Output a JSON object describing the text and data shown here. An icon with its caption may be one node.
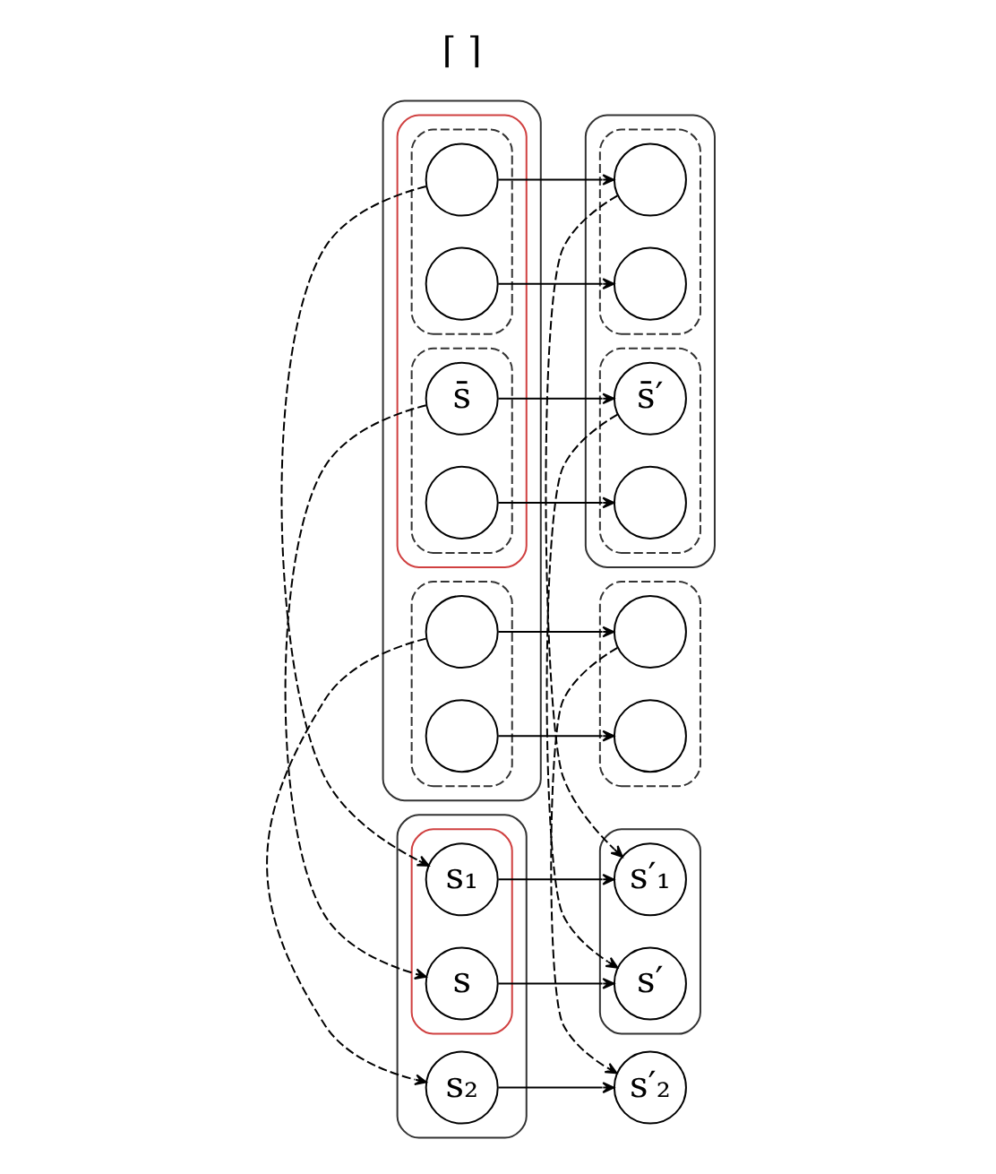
{
  "diagram": {
    "nodes": [
      {
        "text": [],
        "shape": "box"
      },
      {
        "text": [],
        "shape": "box",
        "in": 0
      },
      {
        "text": [
          "s₁"
        ],
        "in": 1
      },
      {
        "text": [
          "s"
        ],
        "in": 1
      },
      {
        "text": [
          "s₂"
        ],
        "in": 0
      },
      {
        "text": [],
        "shape": "box"
      },
      {
        "text": [
          "s′₁"
        ],
        "in": 5
      },
      {
        "text": [
          "s′"
        ],
        "in": 5
      },
      {
        "text": [
          "s′₂"
        ]
      },
      {
        "text": [],
        "shape": "box"
      },
      {
        "text": [],
        "shape": "box",
        "in": 9
      },
      {
        "text": [],
        "shape": "box",
        "in": 10
      },
      {
        "text": [],
        "shape": "circle",
        "in": 11
      },
      {
        "text": [],
        "shape": "circle",
        "in": 11
      },
      {
        "text": [],
        "shape": "box",
        "in": 10
      },
      {
        "text": [
          "s̄"
        ],
        "in": 14
      },
      {
        "text": [],
        "shape": "circle",
        "in": 14
      },
      {
        "text": [],
        "shape": "box",
        "in": 9
      },
      {
        "text": [],
        "shape": "circle",
        "in": 17
      },
      {
        "text": [],
        "shape": "circle",
        "in": 17
      },
      {
        "text": [],
        "shape": "box"
      },
      {
        "text": [],
        "shape": "box",
        "in": 20
      },
      {
        "text": [],
        "shape": "circle",
        "in": 21
      },
      {
        "text": [],
        "shape": "circle",
        "in": 21
      },
      {
        "text": [],
        "shape": "box",
        "in": 20
      },
      {
        "text": [
          "s̄′"
        ],
        "in": 24
      },
      {
        "text": [],
        "shape": "circle",
        "in": 24
      },
      {
        "text": [],
        "shape": "box"
      },
      {
        "text": [],
        "shape": "circle",
        "in": 27
      },
      {
        "text": [],
        "shape": "circle",
        "in": 27
      }
    ],
    "edges": [
      {
        "from": 2,
        "to": 6,
        "arrow": "to"
      },
      {
        "from": 3,
        "to": 7,
        "arrow": "to"
      },
      {
        "from": 4,
        "to": 8,
        "arrow": "to"
      },
      {
        "from": 12,
        "to": 22,
        "arrow": "to"
      },
      {
        "from": 13,
        "to": 23,
        "arrow": "to"
      },
      {
        "from": 15,
        "to": 25,
        "arrow": "to"
      },
      {
        "from": 16,
        "to": 26,
        "arrow": "to"
      },
      {
        "from": 18,
        "to": 28,
        "arrow": "to"
      },
      {
        "from": 19,
        "to": 29,
        "arrow": "to"
      },
      {
        "from": 18,
        "to": 4,
        "arrow": "to",
        "style": "dashed"
      },
      {
        "from": 15,
        "to": 3,
        "arrow": "to",
        "style": "dashed"
      },
      {
        "from": 12,
        "to": 2,
        "arrow": "to",
        "style": "dashed"
      },
      {
        "from": 28,
        "to": 8,
        "arrow": "to",
        "style": "dashed"
      },
      {
        "from": 25,
        "to": 7,
        "arrow": "to",
        "style": "dashed"
      },
      {
        "from": 22,
        "to": 6,
        "arrow": "to",
        "style": "dashed"
      }
    ],
    "labels": [
      "⌈ ⌉"
    ]
  }
}
